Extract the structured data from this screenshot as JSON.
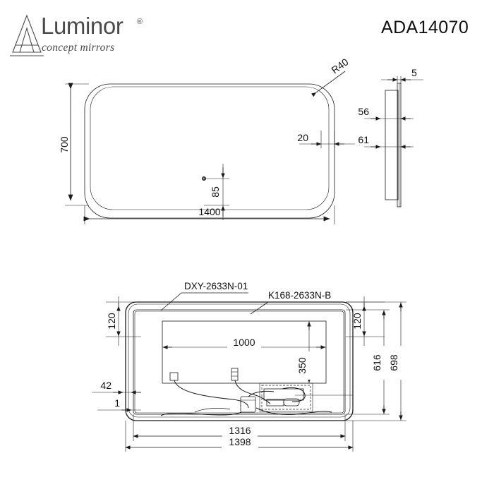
{
  "header": {
    "brand_name": "Luminor",
    "brand_registered": "®",
    "brand_tagline": "concept mirrors",
    "logo_name": "luminor-triangle-logo",
    "product_code": "ADA14070"
  },
  "front_view": {
    "name": "front-elevation-view",
    "dimensions": {
      "width": "1400",
      "height": "700",
      "corner_radius": "R40",
      "led_band_width": "20",
      "sensor_offset": "85"
    },
    "features": {
      "led_border": "dotted-led-band",
      "touch_sensor": "touch-sensor-dot"
    }
  },
  "side_view": {
    "name": "side-section-view",
    "dimensions": {
      "glass_thickness": "5",
      "depth_inner": "56",
      "depth_outer": "61"
    }
  },
  "back_view": {
    "name": "rear-assembly-view",
    "callouts": [
      {
        "label": "DXY-2633N-01",
        "target": "frame-profile"
      },
      {
        "label": "K168-2633N-B",
        "target": "backing-panel"
      }
    ],
    "dimensions": {
      "panel_width": "1000",
      "panel_height": "350",
      "top_offset": "120",
      "top_offset_right": "120",
      "left_inset": "42",
      "edge_gap": "1",
      "inner_height": "616",
      "outer_height": "698",
      "inner_width": "1316",
      "outer_width": "1398"
    },
    "components": {
      "sensor_pad": "touch-sensor-pad",
      "connector": "wire-connector",
      "driver": "led-driver-box",
      "transformer": "transformer-module",
      "wiring": "wiring-harness"
    }
  },
  "style": {
    "line_color": "#1a1a1a",
    "text_color": "#111111",
    "brand_color": "#4a4a4a",
    "background": "#ffffff"
  }
}
